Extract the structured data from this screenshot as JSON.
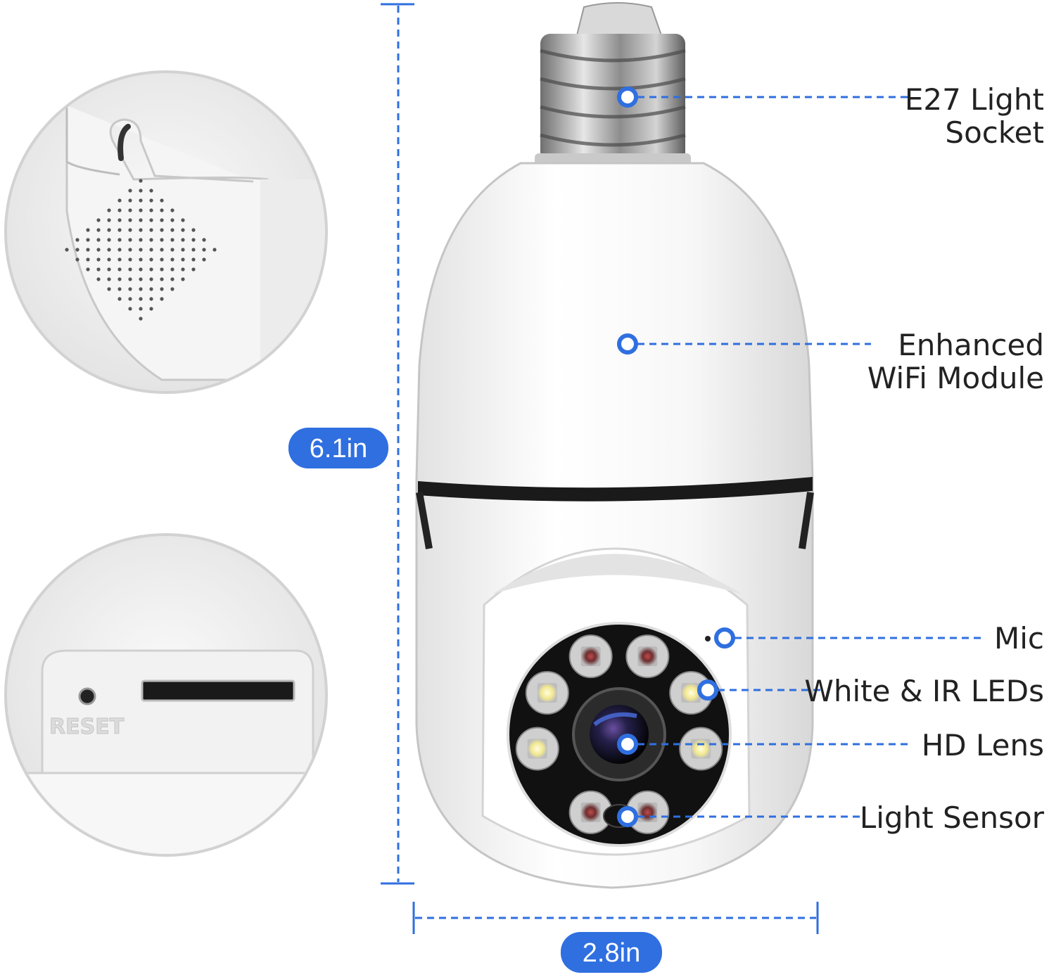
{
  "callouts": {
    "socket_line1": "E27 Light",
    "socket_line2": "Socket",
    "wifi_line1": "Enhanced",
    "wifi_line2": "WiFi Module",
    "mic": "Mic",
    "leds": "White & IR LEDs",
    "lens": "HD Lens",
    "sensor": "Light Sensor"
  },
  "dimensions": {
    "height": "6.1in",
    "width": "2.8in"
  },
  "inset": {
    "reset_label": "RESET"
  },
  "colors": {
    "accent": "#2f6fe0",
    "guide_line": "#2f6fe0",
    "body": "#f4f4f4"
  }
}
